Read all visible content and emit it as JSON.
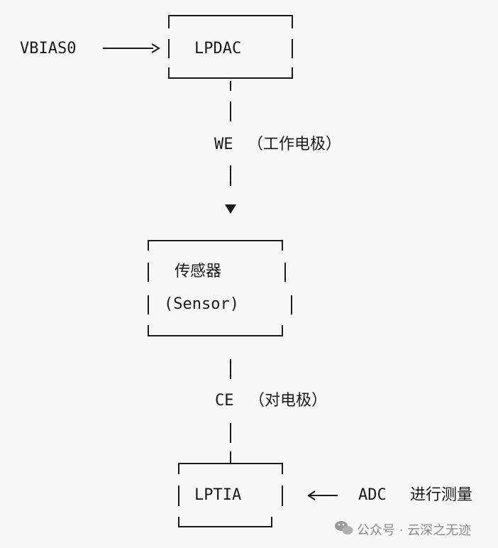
{
  "diagram": {
    "nodes": {
      "vbias": "VBIAS0",
      "lpdac": "LPDAC",
      "sensor_cn": "传感器",
      "sensor_en": "(Sensor)",
      "lptia": "LPTIA",
      "adc": "ADC"
    },
    "edges": {
      "we_label": "WE",
      "we_desc": "（工作电极）",
      "ce_label": "CE",
      "ce_desc": "（对电极）",
      "adc_desc": "进行测量"
    }
  },
  "watermark": {
    "text": "公众号 · 云深之无迹",
    "icon": "wechat-icon"
  }
}
